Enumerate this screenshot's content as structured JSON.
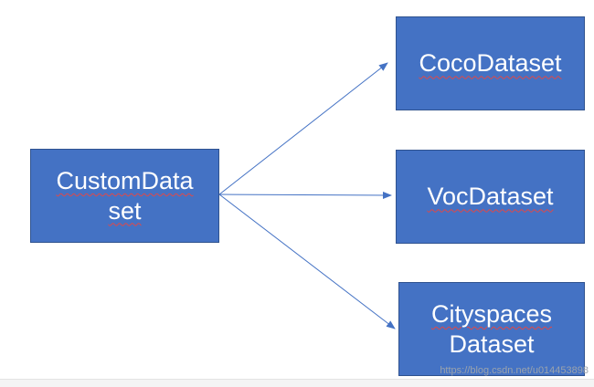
{
  "diagram": {
    "source_node": {
      "line1": "CustomData",
      "line2": "set"
    },
    "targets": [
      {
        "line1": "CocoDataset"
      },
      {
        "line1": "VocDataset"
      },
      {
        "line1": "Cityspaces",
        "line2": "Dataset"
      }
    ]
  },
  "watermark": "https://blog.csdn.net/u014453898",
  "colors": {
    "box_fill": "#4472c4",
    "box_border": "#2f528f",
    "arrow": "#4472c4",
    "text": "#ffffff"
  }
}
